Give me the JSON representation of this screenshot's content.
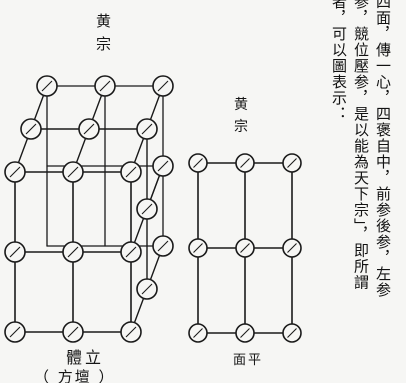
{
  "figure_3d": {
    "top_label": "黄",
    "top_label_2": "宗",
    "caption_main": "體立",
    "caption_sub": "（ 方壇 ）"
  },
  "figure_plane": {
    "top_label": "黄",
    "top_label_2": "宗",
    "caption": "面平"
  },
  "text_columns": [
    "四面，傳一心，四褒自中，前参後参，左参",
    "参，競位壓参，是以能為天下宗」，即所謂",
    "者，可以圖表示："
  ]
}
